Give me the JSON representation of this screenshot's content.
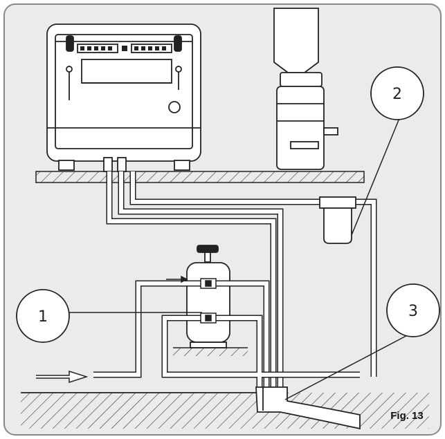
{
  "callouts": [
    {
      "id": "callout-1",
      "label": "1"
    },
    {
      "id": "callout-2",
      "label": "2"
    },
    {
      "id": "callout-3",
      "label": "3"
    }
  ],
  "figure_label": "Fig. 13",
  "colors": {
    "frame_bg": "#ebebeb",
    "outline": "#222222",
    "white": "#ffffff"
  },
  "icons": [
    "espresso-machine-icon",
    "coffee-grinder-icon",
    "water-filter-icon",
    "water-softener-icon",
    "flow-arrow-icon",
    "drain-icon"
  ]
}
